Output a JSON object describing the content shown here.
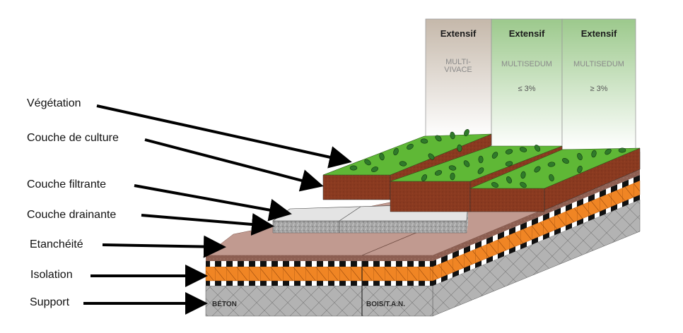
{
  "labels": [
    {
      "id": "vegetation",
      "text": "Végétation"
    },
    {
      "id": "couche-culture",
      "text": "Couche de culture"
    },
    {
      "id": "couche-filtrante",
      "text": "Couche filtrante"
    },
    {
      "id": "couche-drainante",
      "text": "Couche drainante"
    },
    {
      "id": "etancheite",
      "text": "Etanchéité"
    },
    {
      "id": "isolation",
      "text": "Isolation"
    },
    {
      "id": "support",
      "text": "Support"
    }
  ],
  "columns": [
    {
      "title": "Extensif",
      "subtitle_lines": [
        "MULTI-",
        "VIVACE"
      ],
      "slope": ""
    },
    {
      "title": "Extensif",
      "subtitle_lines": [
        "MULTISEDUM"
      ],
      "slope": "≤ 3%"
    },
    {
      "title": "Extensif",
      "subtitle_lines": [
        "MULTISEDUM"
      ],
      "slope": "≥ 3%"
    }
  ],
  "support_materials": [
    "BÉTON",
    "BOIS/T.A.N."
  ],
  "colors": {
    "vegetation": "#5fb836",
    "substrate": "#8a3a20",
    "filter": "#e4e4e4",
    "drainage": "#a9a9a9",
    "membrane_top": "#c19a90",
    "membrane_edge": "#8d5f52",
    "insulation": "#f08524",
    "support": "#b3b3b3",
    "column_multivivace": "#c9bdb0",
    "column_multisedum": "#9ccb8c"
  }
}
